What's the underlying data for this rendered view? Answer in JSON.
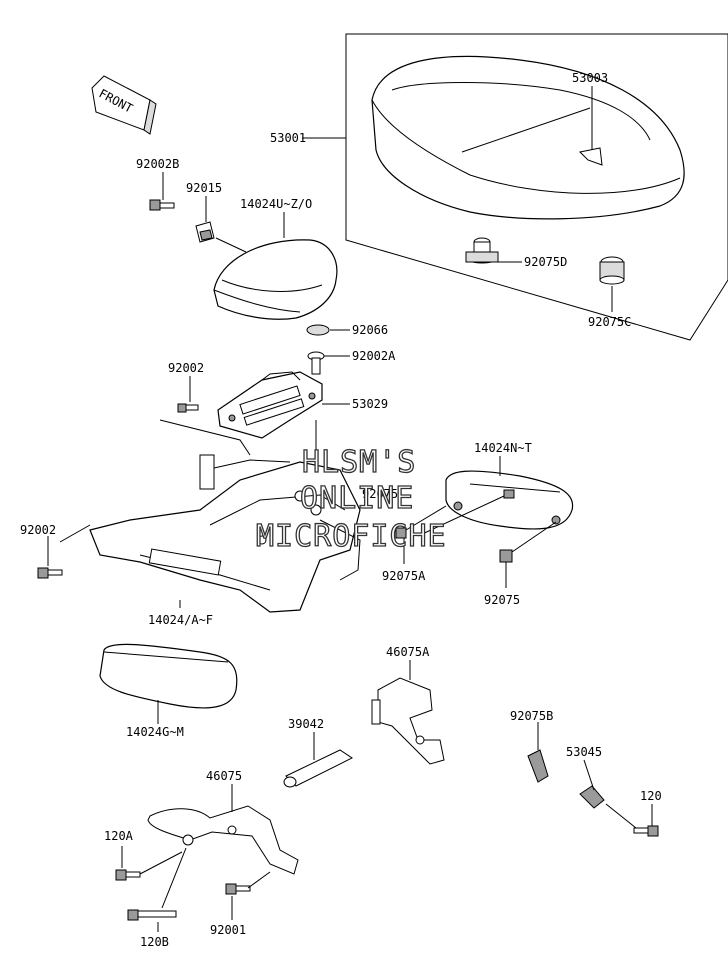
{
  "front_arrow": "FRONT",
  "watermark": [
    "HLSM'S",
    "ONLINE",
    "MICROFICHE"
  ],
  "parts": {
    "p53001": "53001",
    "p53003": "53003",
    "p92075D": "92075D",
    "p92075C": "92075C",
    "p92002B": "92002B",
    "p92015": "92015",
    "p14024UZO": "14024U~Z/O",
    "p92066": "92066",
    "p92002A": "92002A",
    "p92002_top": "92002",
    "p53029": "53029",
    "p14024NT": "14024N~T",
    "p92075_mid": "92075",
    "p92002_left": "92002",
    "p92075A": "92075A",
    "p92075_right": "92075",
    "p14024AF": "14024/A~F",
    "p46075A": "46075A",
    "p14024GM": "14024G~M",
    "p39042": "39042",
    "p92075B": "92075B",
    "p53045": "53045",
    "p46075": "46075",
    "p120": "120",
    "p120A": "120A",
    "p120B": "120B",
    "p92001": "92001"
  }
}
